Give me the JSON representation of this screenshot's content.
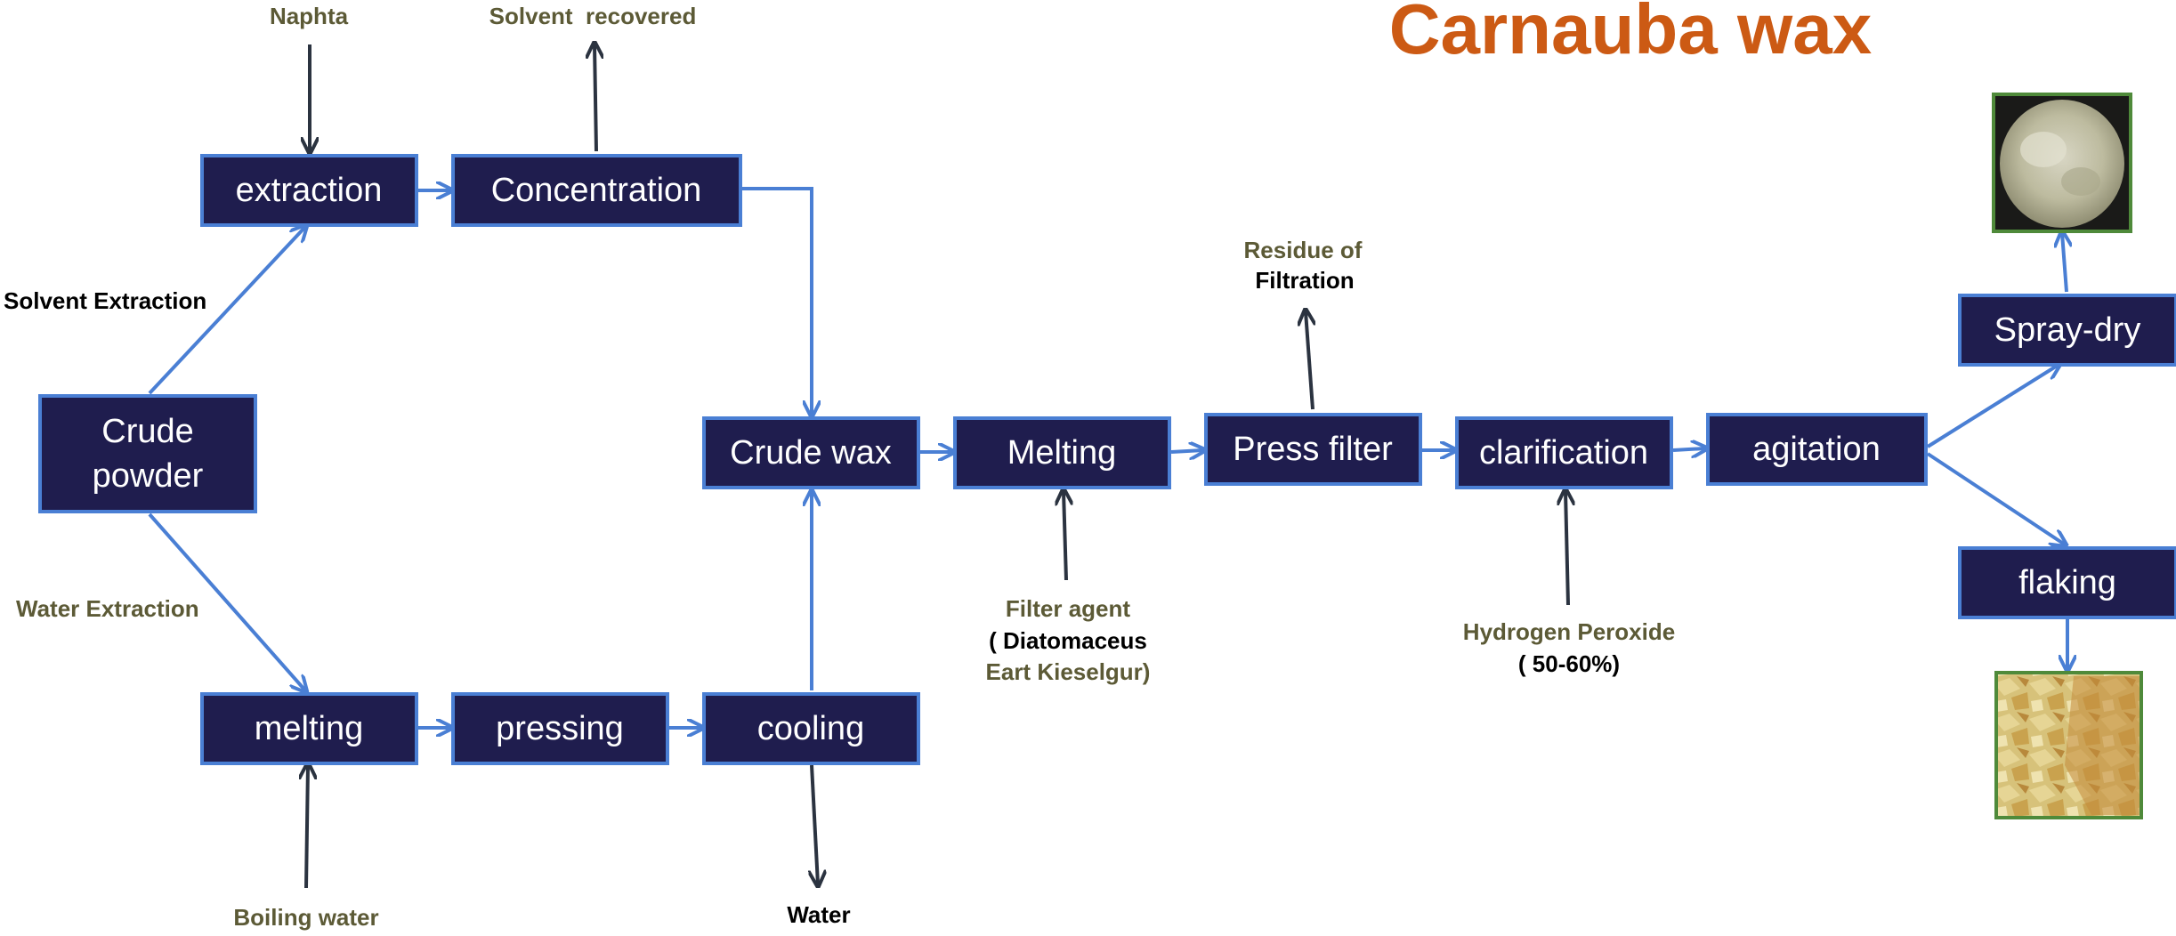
{
  "title": "Carnauba wax",
  "colors": {
    "box_fill": "#1f1d4e",
    "box_border": "#4a7fd4",
    "flow_arrow": "#4a7fd4",
    "input_arrow": "#2b3340",
    "title": "#cc5a14",
    "label_olive": "#5c5a36"
  },
  "boxes": {
    "crude_powder": [
      "Crude",
      "powder"
    ],
    "extraction": "extraction",
    "concentration": "Concentration",
    "melting_water": "melting",
    "pressing": "pressing",
    "cooling": "cooling",
    "crude_wax": "Crude wax",
    "melting": "Melting",
    "press_filter": "Press filter",
    "clarification": "clarification",
    "agitation": "agitation",
    "spray_dry": "Spray-dry",
    "flaking": "flaking"
  },
  "labels": {
    "naphta": "Naphta",
    "solvent_recovered": "Solvent  recovered",
    "solvent_extraction": "Solvent Extraction",
    "water_extraction": "Water Extraction",
    "boiling_water": "Boiling water",
    "water": "Water",
    "filter_agent": [
      "Filter agent",
      "( Diatomaceus",
      "Eart Kieselgur)"
    ],
    "residue": [
      "Residue of",
      "Filtration"
    ],
    "hydrogen_peroxide": [
      "Hydrogen Peroxide",
      "( 50-60%)"
    ]
  },
  "images": {
    "powder_photo": "wax-powder-photo",
    "flakes_photo": "wax-flakes-photo"
  }
}
